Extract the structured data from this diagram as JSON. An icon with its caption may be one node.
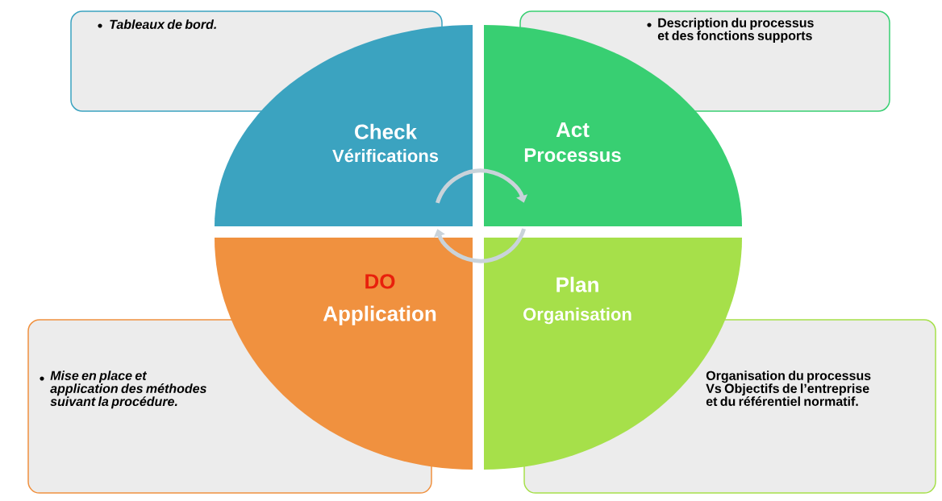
{
  "diagram": {
    "nodes": [
      {
        "text": [
          "Tableaux de bord."
        ]
      },
      {
        "text": [
          "Description du processus et des fonctions supports"
        ]
      },
      {
        "text": [
          "Check",
          "Vérifications"
        ]
      },
      {
        "text": [
          "Act",
          "Processus"
        ]
      },
      {
        "text": [
          "DO",
          "Application"
        ]
      },
      {
        "text": [
          "Plan",
          "Organisation"
        ]
      },
      {
        "text": [
          "Mise en place et application des méthodes suivant la procédure."
        ]
      },
      {
        "text": [
          "Organisation du processus Vs Objectifs de l’entreprise et du référentiel normatif."
        ]
      }
    ],
    "edges": [
      {
        "from": 2,
        "to": 3,
        "arrow": "to"
      },
      {
        "from": 5,
        "to": 4,
        "arrow": "to"
      }
    ]
  }
}
